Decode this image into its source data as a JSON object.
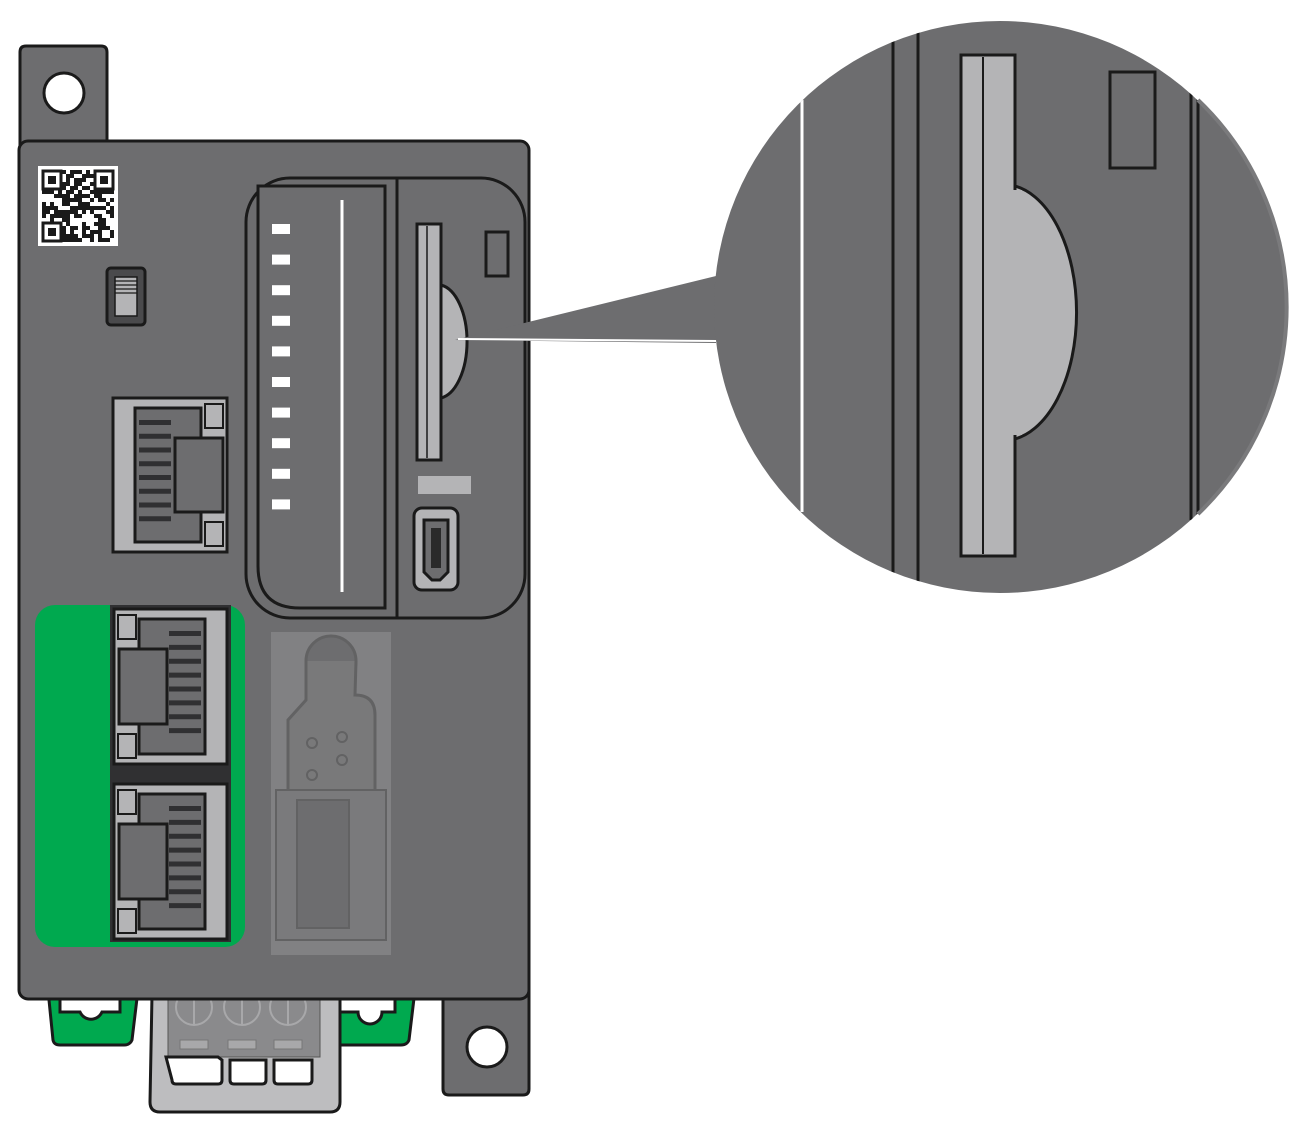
{
  "diagram": {
    "subject": "controller-front-view",
    "colors": {
      "housing": "#6d6d6f",
      "outline": "#1a1a1a",
      "port_gray": "#b4b4b6",
      "ethernet_highlight": "#00a94f",
      "dark_frame": "#303032",
      "white": "#ffffff"
    },
    "callout_target": "sd-card-slot",
    "led_count": 10,
    "icons": [
      "qr-code-icon",
      "slide-switch-icon",
      "rj45-port-icon",
      "sd-card-slot-icon",
      "mini-usb-port-icon",
      "db9-connector-icon",
      "terminal-block-icon",
      "mounting-hole-icon"
    ]
  }
}
